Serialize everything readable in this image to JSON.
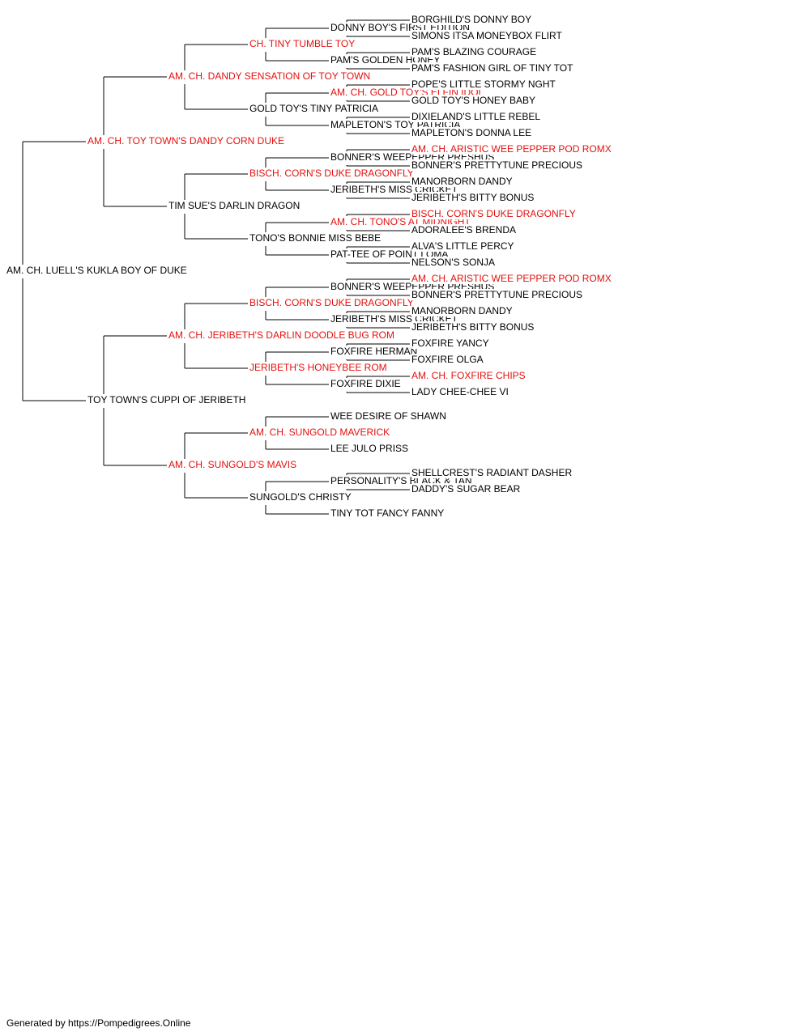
{
  "subject": {
    "name": "AM. CH. LUELL'S KUKLA BOY OF DUKE",
    "champion": false
  },
  "sire": {
    "name": "AM. CH. TOY TOWN'S DANDY CORN DUKE",
    "champion": true,
    "sire": {
      "name": "AM. CH. DANDY SENSATION OF TOY TOWN",
      "champion": true,
      "sire": {
        "name": "CH. TINY TUMBLE TOY",
        "champion": true,
        "sire": {
          "name": "DONNY BOY'S FIRST EDITION",
          "champion": false,
          "sire": {
            "name": "BORGHILD'S DONNY BOY",
            "champion": false
          },
          "dam": {
            "name": "SIMONS ITSA MONEYBOX FLIRT",
            "champion": false
          }
        },
        "dam": {
          "name": "PAM'S GOLDEN HONEY",
          "champion": false,
          "sire": {
            "name": "PAM'S BLAZING COURAGE",
            "champion": false
          },
          "dam": {
            "name": "PAM'S FASHION GIRL OF TINY TOT",
            "champion": false
          }
        }
      },
      "dam": {
        "name": "GOLD TOY'S TINY PATRICIA",
        "champion": false,
        "sire": {
          "name": "AM. CH. GOLD TOY'S ELFIN IDOL",
          "champion": true,
          "sire": {
            "name": "POPE'S LITTLE STORMY NGHT",
            "champion": false
          },
          "dam": {
            "name": "GOLD TOY'S HONEY BABY",
            "champion": false
          }
        },
        "dam": {
          "name": "MAPLETON'S TOY PATRICIA",
          "champion": false,
          "sire": {
            "name": "DIXIELAND'S LITTLE REBEL",
            "champion": false
          },
          "dam": {
            "name": "MAPLETON'S DONNA LEE",
            "champion": false
          }
        }
      }
    },
    "dam": {
      "name": "TIM SUE'S DARLIN DRAGON",
      "champion": false,
      "sire": {
        "name": "BISCH. CORN'S DUKE DRAGONFLY",
        "champion": true,
        "sire": {
          "name": "BONNER'S WEEPEPPER PRESHUS",
          "champion": false,
          "sire": {
            "name": "AM. CH. ARISTIC WEE PEPPER POD ROMX",
            "champion": true
          },
          "dam": {
            "name": "BONNER'S PRETTYTUNE PRECIOUS",
            "champion": false
          }
        },
        "dam": {
          "name": "JERIBETH'S MISS CRICKET",
          "champion": false,
          "sire": {
            "name": "MANORBORN DANDY",
            "champion": false
          },
          "dam": {
            "name": "JERIBETH'S BITTY BONUS",
            "champion": false
          }
        }
      },
      "dam": {
        "name": "TONO'S BONNIE MISS BEBE",
        "champion": false,
        "sire": {
          "name": "AM. CH. TONO'S AT MIDNIGHT",
          "champion": true,
          "sire": {
            "name": "BISCH. CORN'S DUKE DRAGONFLY",
            "champion": true
          },
          "dam": {
            "name": "ADORALEE'S BRENDA",
            "champion": false
          }
        },
        "dam": {
          "name": "PAT-TEE OF POINT LOMA",
          "champion": false,
          "sire": {
            "name": "ALVA'S LITTLE PERCY",
            "champion": false
          },
          "dam": {
            "name": "NELSON'S SONJA",
            "champion": false
          }
        }
      }
    }
  },
  "dam": {
    "name": "TOY TOWN'S CUPPI OF JERIBETH",
    "champion": false,
    "sire": {
      "name": "AM. CH. JERIBETH'S DARLIN DOODLE BUG ROM",
      "champion": true,
      "sire": {
        "name": "BISCH. CORN'S DUKE DRAGONFLY",
        "champion": true,
        "sire": {
          "name": "BONNER'S WEEPEPPER PRESHUS",
          "champion": false,
          "sire": {
            "name": "AM. CH. ARISTIC WEE PEPPER POD ROMX",
            "champion": true
          },
          "dam": {
            "name": "BONNER'S PRETTYTUNE PRECIOUS",
            "champion": false
          }
        },
        "dam": {
          "name": "JERIBETH'S MISS CRICKET",
          "champion": false,
          "sire": {
            "name": "MANORBORN DANDY",
            "champion": false
          },
          "dam": {
            "name": "JERIBETH'S BITTY BONUS",
            "champion": false
          }
        }
      },
      "dam": {
        "name": "JERIBETH'S HONEYBEE ROM",
        "champion": true,
        "sire": {
          "name": "FOXFIRE HERMAN",
          "champion": false,
          "sire": {
            "name": "FOXFIRE YANCY",
            "champion": false
          },
          "dam": {
            "name": "FOXFIRE OLGA",
            "champion": false
          }
        },
        "dam": {
          "name": "FOXFIRE DIXIE",
          "champion": false,
          "sire": {
            "name": "AM. CH. FOXFIRE CHIPS",
            "champion": true
          },
          "dam": {
            "name": "LADY CHEE-CHEE VI",
            "champion": false
          }
        }
      }
    },
    "dam": {
      "name": "AM. CH. SUNGOLD'S MAVIS",
      "champion": true,
      "sire": {
        "name": "AM. CH. SUNGOLD MAVERICK",
        "champion": true,
        "sire": {
          "name": "WEE DESIRE OF SHAWN",
          "champion": false
        },
        "dam": {
          "name": "LEE JULO PRISS",
          "champion": false
        }
      },
      "dam": {
        "name": "SUNGOLD'S CHRISTY",
        "champion": false,
        "sire": {
          "name": "PERSONALITY'S BLACK & TAN",
          "champion": false,
          "sire": {
            "name": "SHELLCREST'S RADIANT DASHER",
            "champion": false
          },
          "dam": {
            "name": "DADDY'S SUGAR BEAR",
            "champion": false
          }
        },
        "dam": {
          "name": "TINY TOT FANCY FANNY",
          "champion": false
        }
      }
    }
  },
  "footer": "Generated by https://Pompedigrees.Online",
  "colors": {
    "champion": "#e3100e",
    "regular": "#000000",
    "connector": "#000000"
  }
}
